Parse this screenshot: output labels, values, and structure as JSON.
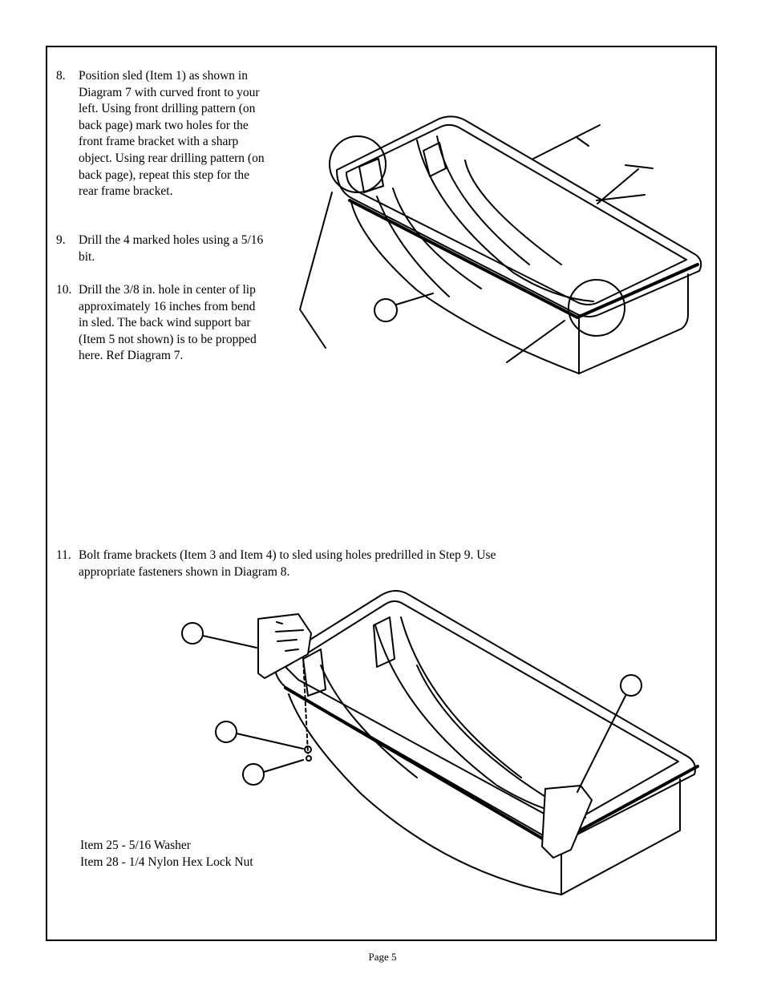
{
  "steps": [
    {
      "number": "8.",
      "text": "Position sled (Item 1) as shown in Diagram 7 with curved front to your left. Using front drilling pattern (on back page) mark two holes for the front frame bracket with a sharp object. Using rear drilling pattern (on back page), repeat this step for the rear frame bracket."
    },
    {
      "number": "9.",
      "text": "Drill the 4 marked holes using a 5/16 bit."
    },
    {
      "number": "10.",
      "text": "Drill the 3/8 in. hole in center of lip approximately 16 inches from bend in sled. The back wind support bar (Item 5 not shown) is to be propped here. Ref Diagram 7."
    },
    {
      "number": "11.",
      "text": "Bolt frame brackets (Item 3 and Item 4) to sled using holes predrilled in Step 9. Use appropriate fasteners shown in Diagram 8."
    }
  ],
  "legend": [
    "Item 25 - 5/16 Washer",
    "Item 28 - 1/4 Nylon Hex Lock Nut"
  ],
  "footer": {
    "page": "Page 5"
  }
}
